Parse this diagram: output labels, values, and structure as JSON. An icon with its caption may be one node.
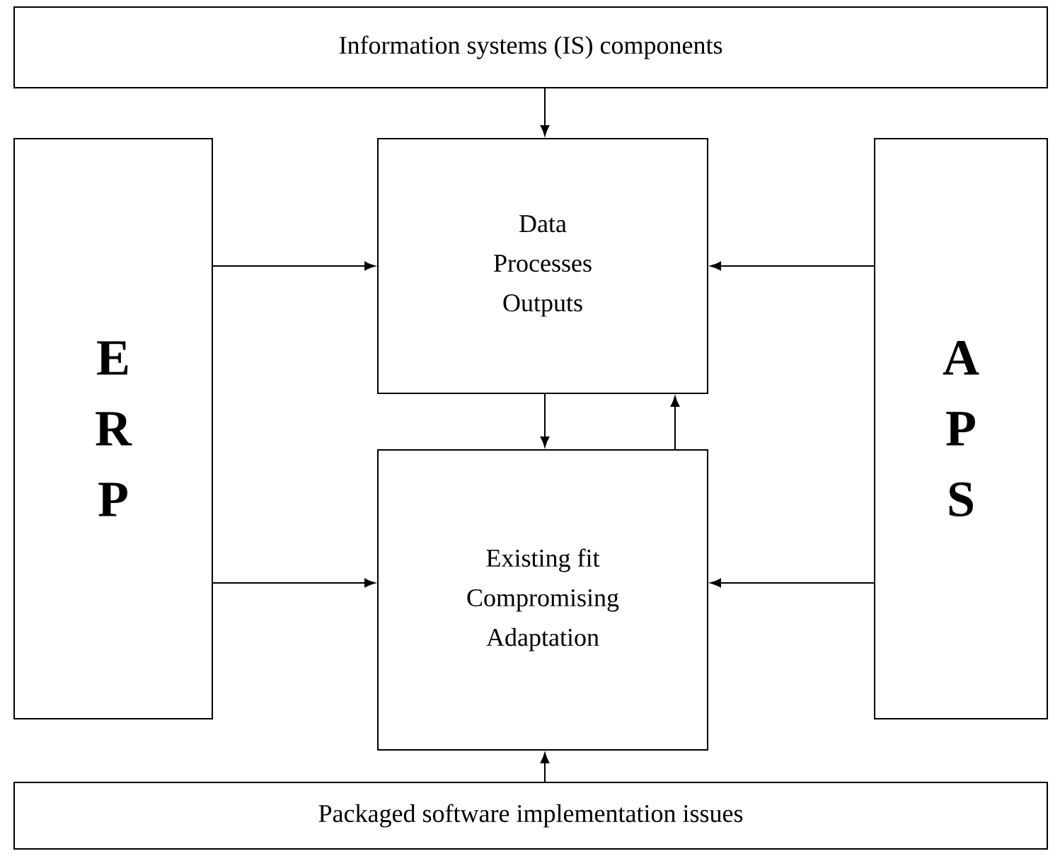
{
  "diagram": {
    "nodes": [
      {
        "text": [
          "Information systems (IS) components"
        ]
      },
      {
        "text": [
          "E R P"
        ]
      },
      {
        "text": [
          "Data",
          "Processes",
          "Outputs"
        ]
      },
      {
        "text": [
          "Existing fit",
          "Compromising",
          "Adaptation"
        ]
      },
      {
        "text": [
          "A P S"
        ]
      },
      {
        "text": [
          "Packaged software implementation issues"
        ]
      }
    ],
    "edges": [
      {
        "from": 0,
        "to": 2,
        "arrow": "to"
      },
      {
        "from": 1,
        "to": 2,
        "arrow": "to"
      },
      {
        "from": 4,
        "to": 2,
        "arrow": "to"
      },
      {
        "from": 2,
        "to": 3,
        "arrow": "to"
      },
      {
        "from": 3,
        "to": 2,
        "arrow": "to"
      },
      {
        "from": 1,
        "to": 3,
        "arrow": "to"
      },
      {
        "from": 4,
        "to": 3,
        "arrow": "to"
      },
      {
        "from": 5,
        "to": 3,
        "arrow": "to"
      }
    ]
  }
}
